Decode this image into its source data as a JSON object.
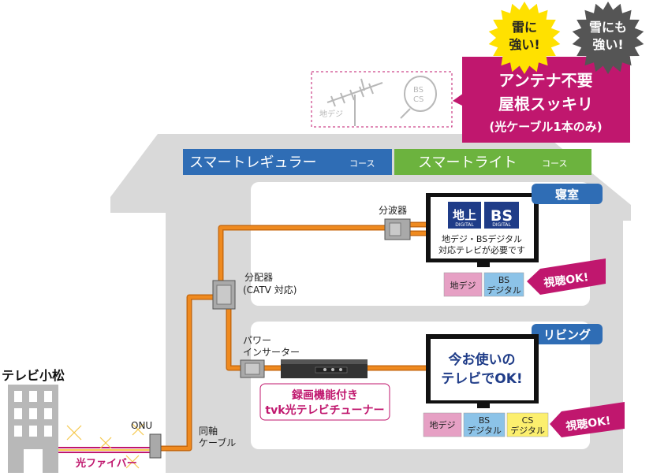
{
  "burst_thunder": {
    "line1": "雷に",
    "line2": "強い!"
  },
  "burst_snow": {
    "line1": "雪にも",
    "line2": "強い!"
  },
  "callout": {
    "line1": "アンテナ不要",
    "line2": "屋根スッキリ",
    "line3": "(光ケーブル1本のみ)"
  },
  "antenna": {
    "chideji_label": "地デジ",
    "dish_bs": "BS",
    "dish_cs": "CS"
  },
  "courses": [
    {
      "name": "スマートレギュラー",
      "suffix": "コース",
      "color": "#2f6db5"
    },
    {
      "name": "スマートライト",
      "suffix": "コース",
      "color": "#6cb33e"
    }
  ],
  "bedroom": {
    "badge": "寝室",
    "splitter": "分波器",
    "logo_chideji": "地上",
    "logo_digital": "DIGITAL",
    "logo_bs": "BS",
    "tv_line1": "地デジ・BSデジタル",
    "tv_line2": "対応テレビが必要です",
    "tag_chideji": "地デジ",
    "tag_bs_line1": "BS",
    "tag_bs_line2": "デジタル",
    "ok": "視聴OK!"
  },
  "distributor": {
    "line1": "分配器",
    "line2": "(CATV 対応)"
  },
  "living": {
    "badge": "リビング",
    "inserter_line1": "パワー",
    "inserter_line2": "インサーター",
    "tuner_line1": "録画機能付き",
    "tuner_line2": "tvk光テレビチューナー",
    "tv_line1": "今お使いの",
    "tv_line2": "テレビでOK!",
    "tag_chideji": "地デジ",
    "tag_bs_line1": "BS",
    "tag_bs_line2": "デジタル",
    "tag_cs_line1": "CS",
    "tag_cs_line2": "デジタル",
    "ok": "視聴OK!"
  },
  "station": {
    "name": "テレビ小松"
  },
  "onu": {
    "label": "ONU"
  },
  "coax": {
    "line1": "同軸",
    "line2": "ケーブル"
  },
  "fiber": {
    "label": "光ファイバー"
  },
  "colors": {
    "magenta": "#c0176e",
    "orange": "#ef8a1f",
    "house_gray": "#d9d9d9",
    "badge_blue": "#2f6db5",
    "pink_tag": "#e6a0c4",
    "blue_tag": "#8cc3e8",
    "yellow_tag": "#fcef6e"
  }
}
